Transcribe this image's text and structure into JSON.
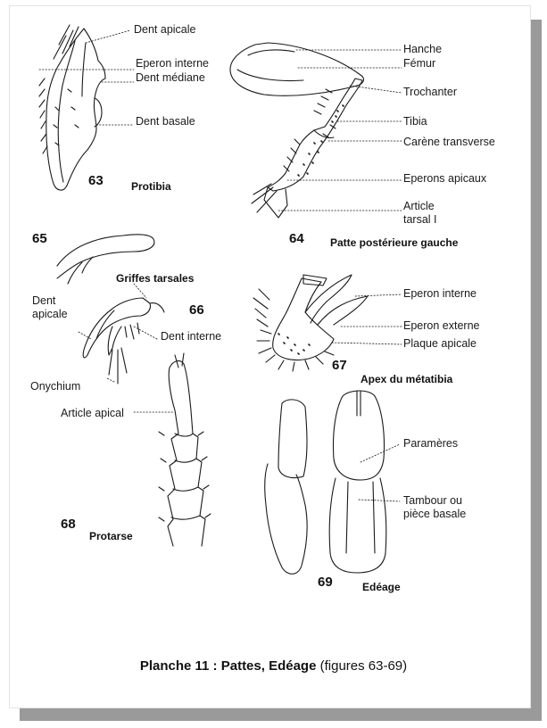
{
  "figures": {
    "f63": {
      "number": "63",
      "caption": "Protibia",
      "labels": [
        "Dent apicale",
        "Eperon interne",
        "Dent médiane",
        "Dent basale"
      ]
    },
    "f64": {
      "number": "64",
      "caption": "Patte postérieure gauche",
      "labels": [
        "Hanche",
        "Fémur",
        "Trochanter",
        "Tibia",
        "Carène transverse",
        "Eperons apicaux",
        "Article",
        "tarsal I"
      ]
    },
    "f65": {
      "number": "65"
    },
    "f66": {
      "number": "66",
      "labels": [
        "Griffes tarsales",
        "Dent",
        "apicale",
        "Dent interne",
        "Onychium"
      ]
    },
    "f67": {
      "number": "67",
      "caption": "Apex du métatibia",
      "labels": [
        "Eperon interne",
        "Eperon externe",
        "Plaque apicale"
      ]
    },
    "f68": {
      "number": "68",
      "caption": "Protarse",
      "labels": [
        "Article apical"
      ]
    },
    "f69": {
      "number": "69",
      "caption": "Edéage",
      "labels": [
        "Paramères",
        "Tambour ou",
        "pièce basale"
      ]
    }
  },
  "plate_caption": {
    "bold": "Planche 11 : Pattes, Edéage",
    "rest": " (figures 63-69)"
  }
}
